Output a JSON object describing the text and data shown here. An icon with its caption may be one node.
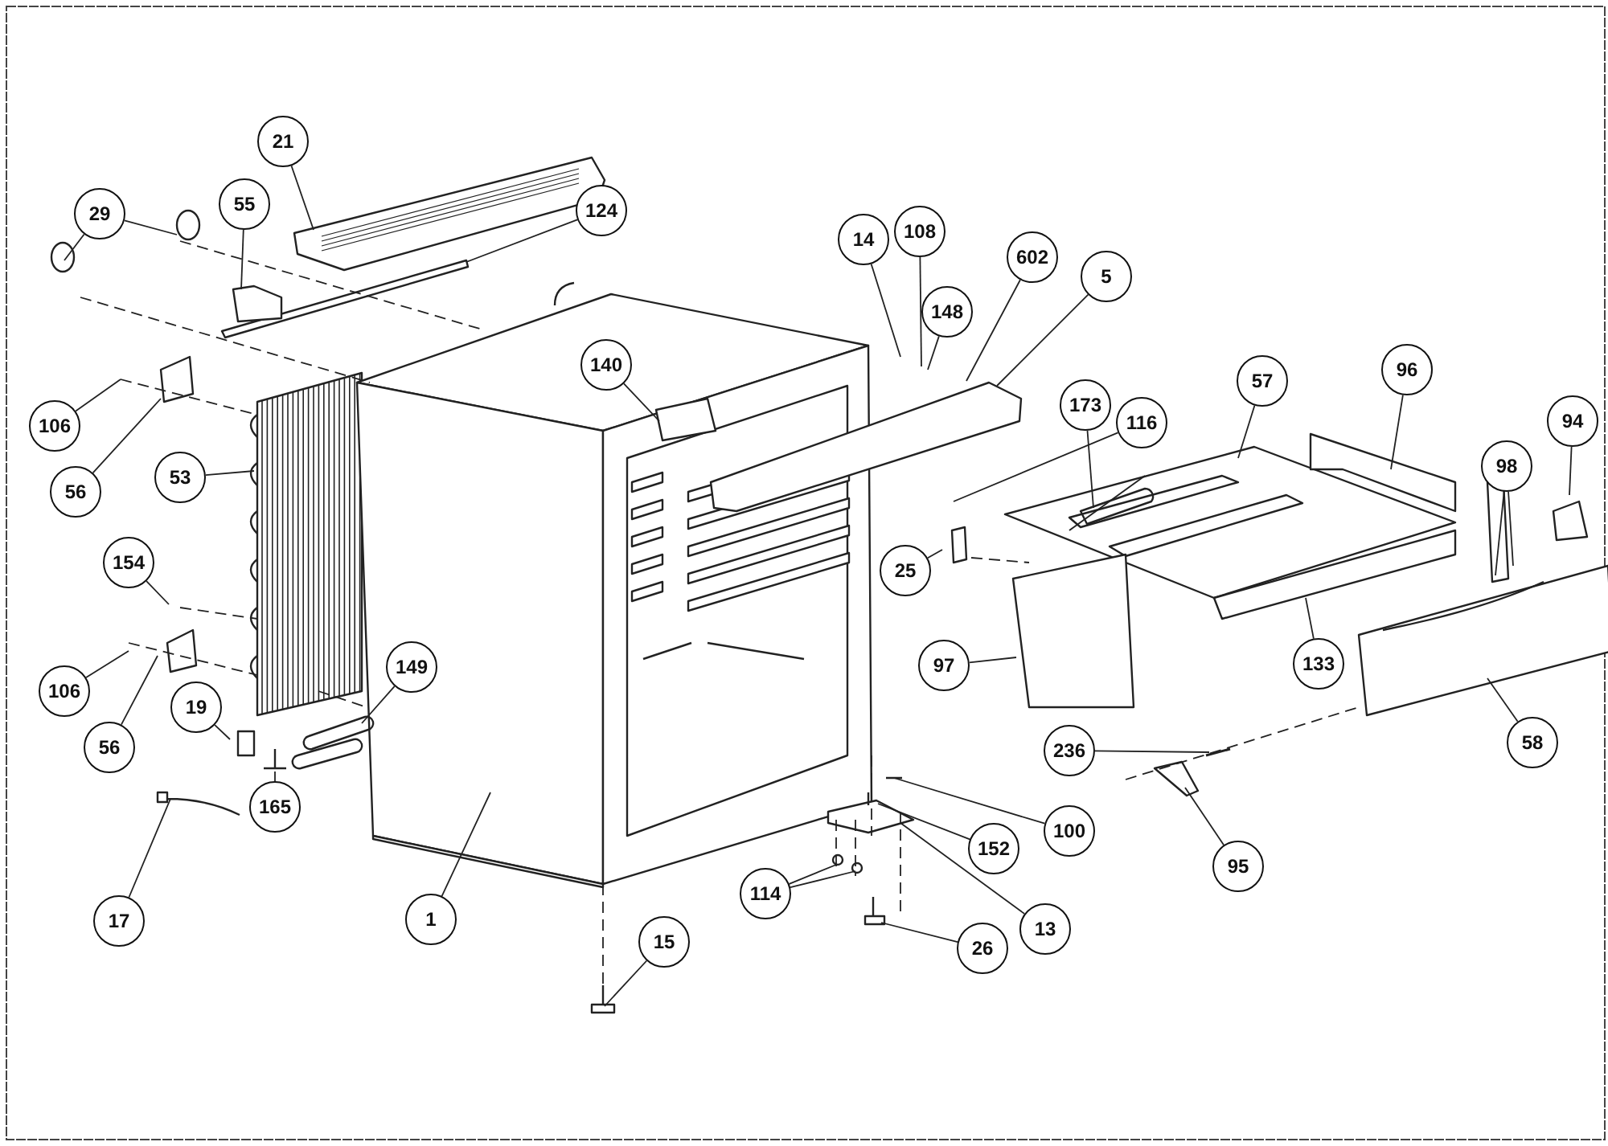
{
  "diagram": {
    "nodes": [
      {
        "text": [
          "21"
        ]
      },
      {
        "text": [
          "124"
        ]
      },
      {
        "text": [
          "29"
        ]
      },
      {
        "text": [
          "55"
        ]
      },
      {
        "text": [
          "14"
        ]
      },
      {
        "text": [
          "108"
        ]
      },
      {
        "text": [
          "602"
        ]
      },
      {
        "text": [
          "5"
        ]
      },
      {
        "text": [
          "148"
        ]
      },
      {
        "text": [
          "140"
        ]
      },
      {
        "text": [
          "57"
        ]
      },
      {
        "text": [
          "96"
        ]
      },
      {
        "text": [
          "173"
        ]
      },
      {
        "text": [
          "116"
        ]
      },
      {
        "text": [
          "106"
        ]
      },
      {
        "text": [
          "94"
        ]
      },
      {
        "text": [
          "98"
        ]
      },
      {
        "text": [
          "53"
        ]
      },
      {
        "text": [
          "56"
        ]
      },
      {
        "text": [
          "154"
        ]
      },
      {
        "text": [
          "25"
        ]
      },
      {
        "text": [
          "133"
        ]
      },
      {
        "text": [
          "97"
        ]
      },
      {
        "text": [
          "149"
        ]
      },
      {
        "text": [
          "106"
        ]
      },
      {
        "text": [
          "19"
        ]
      },
      {
        "text": [
          "58"
        ]
      },
      {
        "text": [
          "56"
        ]
      },
      {
        "text": [
          "236"
        ]
      },
      {
        "text": [
          "165"
        ]
      },
      {
        "text": [
          "100"
        ]
      },
      {
        "text": [
          "152"
        ]
      },
      {
        "text": [
          "95"
        ]
      },
      {
        "text": [
          "114"
        ]
      },
      {
        "text": [
          "17"
        ]
      },
      {
        "text": [
          "1"
        ]
      },
      {
        "text": [
          "13"
        ]
      },
      {
        "text": [
          "15"
        ]
      },
      {
        "text": [
          "26"
        ]
      }
    ],
    "edges": [
      {
        "from": 0,
        "to": null,
        "arrow": "none"
      },
      {
        "from": 1,
        "to": null,
        "arrow": "none"
      },
      {
        "from": 2,
        "to": null,
        "arrow": "none"
      },
      {
        "from": 2,
        "to": null,
        "arrow": "none"
      },
      {
        "from": 3,
        "to": null,
        "arrow": "none"
      },
      {
        "from": 4,
        "to": null,
        "arrow": "none"
      },
      {
        "from": 5,
        "to": null,
        "arrow": "none"
      },
      {
        "from": 6,
        "to": null,
        "arrow": "none"
      },
      {
        "from": 7,
        "to": null,
        "arrow": "none"
      },
      {
        "from": 8,
        "to": null,
        "arrow": "none"
      },
      {
        "from": 9,
        "to": null,
        "arrow": "none"
      },
      {
        "from": 10,
        "to": null,
        "arrow": "none"
      },
      {
        "from": 11,
        "to": null,
        "arrow": "none"
      },
      {
        "from": 12,
        "to": null,
        "arrow": "none"
      },
      {
        "from": 13,
        "to": null,
        "arrow": "none"
      },
      {
        "from": 14,
        "to": null,
        "arrow": "none"
      },
      {
        "from": 15,
        "to": null,
        "arrow": "none"
      },
      {
        "from": 16,
        "to": null,
        "arrow": "none"
      },
      {
        "from": 16,
        "to": null,
        "arrow": "none"
      },
      {
        "from": 17,
        "to": null,
        "arrow": "none"
      },
      {
        "from": 18,
        "to": null,
        "arrow": "none"
      },
      {
        "from": 19,
        "to": null,
        "arrow": "none"
      },
      {
        "from": 20,
        "to": null,
        "arrow": "none"
      },
      {
        "from": 21,
        "to": null,
        "arrow": "none"
      },
      {
        "from": 22,
        "to": null,
        "arrow": "none"
      },
      {
        "from": 23,
        "to": null,
        "arrow": "none"
      },
      {
        "from": 24,
        "to": null,
        "arrow": "none"
      },
      {
        "from": 25,
        "to": null,
        "arrow": "none"
      },
      {
        "from": 26,
        "to": null,
        "arrow": "none"
      },
      {
        "from": 27,
        "to": null,
        "arrow": "none"
      },
      {
        "from": 28,
        "to": null,
        "arrow": "none"
      },
      {
        "from": 29,
        "to": null,
        "arrow": "none"
      },
      {
        "from": 30,
        "to": null,
        "arrow": "none"
      },
      {
        "from": 31,
        "to": null,
        "arrow": "none"
      },
      {
        "from": 32,
        "to": null,
        "arrow": "none"
      },
      {
        "from": 33,
        "to": null,
        "arrow": "none"
      },
      {
        "from": 33,
        "to": null,
        "arrow": "none"
      },
      {
        "from": 34,
        "to": null,
        "arrow": "none"
      },
      {
        "from": 35,
        "to": null,
        "arrow": "none"
      },
      {
        "from": 36,
        "to": null,
        "arrow": "none"
      },
      {
        "from": 37,
        "to": null,
        "arrow": "none"
      },
      {
        "from": 38,
        "to": null,
        "arrow": "none"
      }
    ]
  }
}
